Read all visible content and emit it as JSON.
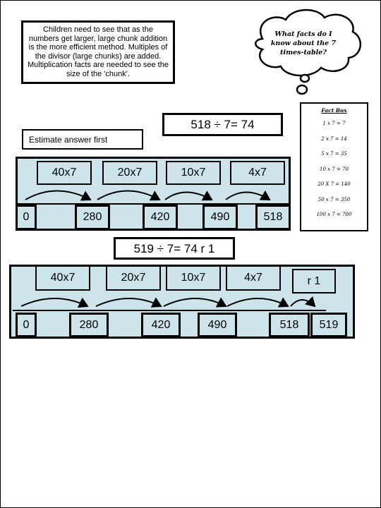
{
  "note": "Children need to see that as the numbers get larger, large chunk addition is the more efficient method. Multiples of the divisor (large chunks) are added. Multiplication facts are needed to see the size of the 'chunk'.",
  "thought": "What facts do I know about the 7 times-table?",
  "fact_box": {
    "title": "Fact Box",
    "facts": [
      "1 x 7 = 7",
      "2 x 7 = 14",
      "5 x 7 = 35",
      "10 x 7 = 70",
      "20 X 7 = 140",
      "50 x 7 = 350",
      "100 x 7 = 700"
    ]
  },
  "estimate": "Estimate answer first",
  "example1": {
    "equation": "518 ÷ 7= 74",
    "chunks": [
      "40x7",
      "20x7",
      "10x7",
      "4x7"
    ],
    "marks": [
      "0",
      "280",
      "420",
      "490",
      "518"
    ]
  },
  "example2": {
    "equation": "519 ÷ 7= 74 r 1",
    "chunks": [
      "40x7",
      "20x7",
      "10x7",
      "4x7",
      "r 1"
    ],
    "marks": [
      "0",
      "280",
      "420",
      "490",
      "518",
      "519"
    ]
  }
}
